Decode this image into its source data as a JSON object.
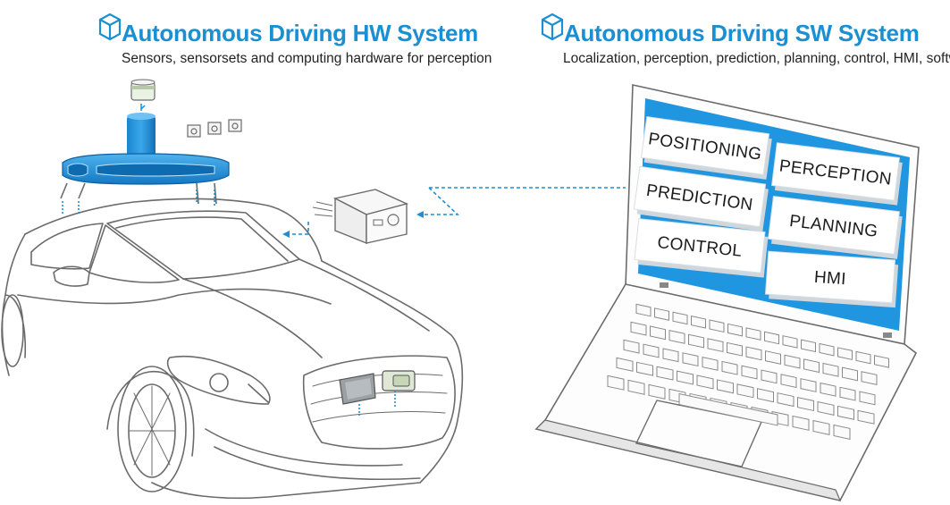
{
  "hw": {
    "title": "Autonomous Driving HW System",
    "subtitle": "Sensors, sensorsets and computing hardware for perception"
  },
  "sw": {
    "title": "Autonomous Driving SW System",
    "subtitle": "Localization, perception, prediction, planning, control, HMI, software",
    "modules": [
      "POSITIONING",
      "PERCEPTION",
      "PREDICTION",
      "PLANNING",
      "CONTROL",
      "HMI"
    ]
  },
  "colors": {
    "accent": "#1a8fd1",
    "screen": "#2196e0",
    "line": "#6b6b6b",
    "tile": "#ffffff",
    "tile_side": "#cfd6dc"
  },
  "icons": [
    "cube-icon",
    "lidar-sensor-icon",
    "camera-icon",
    "computer-unit-icon",
    "radar-icon"
  ]
}
